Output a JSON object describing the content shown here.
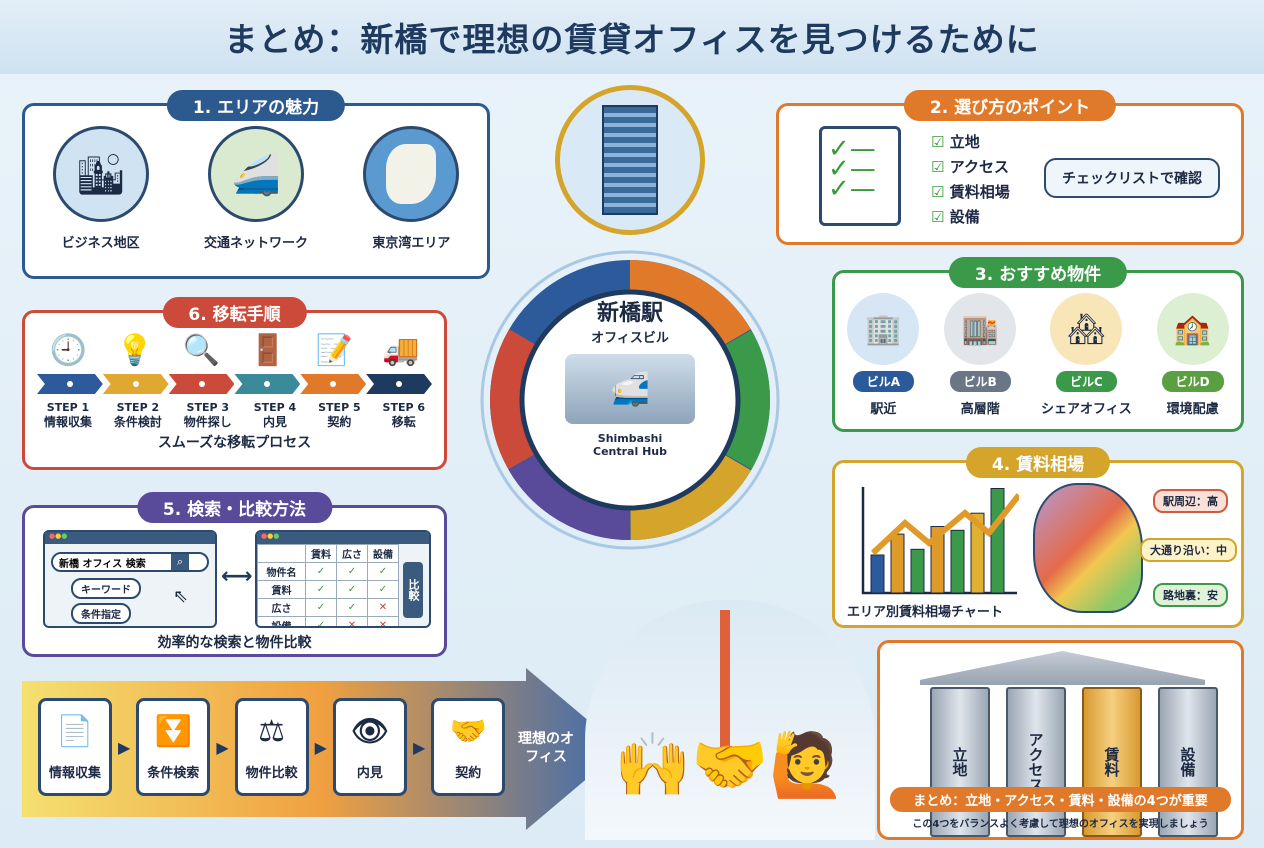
{
  "title": "まとめ：新橋で理想の賃貸オフィスを見つけるために",
  "area": {
    "heading": "1. エリアの魅力",
    "items": [
      "ビジネス地区",
      "交通ネットワーク",
      "東京湾エリア"
    ]
  },
  "points": {
    "heading": "2. 選び方のポイント",
    "checks": [
      "立地",
      "アクセス",
      "賃料相場",
      "設備"
    ],
    "bubble": "チェックリストで確認"
  },
  "buildings": {
    "heading": "3. おすすめ物件",
    "items": [
      {
        "tag": "ビルA",
        "desc": "駅近",
        "color": "#2a5a9a"
      },
      {
        "tag": "ビルB",
        "desc": "高層階",
        "color": "#6a7686"
      },
      {
        "tag": "ビルC",
        "desc": "シェアオフィス",
        "color": "#3a9a4a"
      },
      {
        "tag": "ビルD",
        "desc": "環境配慮",
        "color": "#5aa040"
      }
    ]
  },
  "rent": {
    "heading": "4. 賃料相場",
    "chart_caption": "エリア別賃料相場チャート",
    "map_labels": [
      "駅周辺：高",
      "大通り沿い：中",
      "路地裏：安"
    ]
  },
  "search": {
    "heading": "5. 検索・比較方法",
    "query": "新橋 オフィス 検索",
    "keyword": "キーワード",
    "condition": "条件指定",
    "cols": [
      "賃料",
      "広さ",
      "設備"
    ],
    "rows": [
      {
        "name": "物件名",
        "v": [
          "✓",
          "✓",
          "✓"
        ]
      },
      {
        "name": "賃料",
        "v": [
          "✓",
          "✓",
          "✓"
        ]
      },
      {
        "name": "広さ",
        "v": [
          "✓",
          "✓",
          "✕"
        ]
      },
      {
        "name": "設備",
        "v": [
          "✓",
          "✕",
          "✕"
        ]
      }
    ],
    "compare": "比較",
    "caption": "効率的な検索と物件比較"
  },
  "move": {
    "heading": "6. 移転手順",
    "steps": [
      {
        "n": "STEP 1",
        "t": "情報収集"
      },
      {
        "n": "STEP 2",
        "t": "条件検討"
      },
      {
        "n": "STEP 3",
        "t": "物件探し"
      },
      {
        "n": "STEP 4",
        "t": "内見"
      },
      {
        "n": "STEP 5",
        "t": "契約"
      },
      {
        "n": "STEP 6",
        "t": "移転"
      }
    ],
    "caption": "スムーズな移転プロセス"
  },
  "hub": {
    "title": "新橋駅",
    "subtitle": "オフィスビル",
    "en1": "Shimbashi",
    "en2": "Central Hub"
  },
  "flow": {
    "items": [
      "情報収集",
      "条件検索",
      "物件比較",
      "内見",
      "契約"
    ],
    "goal": "理想のオフィス"
  },
  "summary": {
    "pillars": [
      "立地",
      "アクセス",
      "賃料",
      "設備"
    ],
    "banner": "まとめ：立地・アクセス・賃料・設備の4つが重要",
    "note": "この4つをバランスよく考慮して理想のオフィスを実現しましょう"
  }
}
